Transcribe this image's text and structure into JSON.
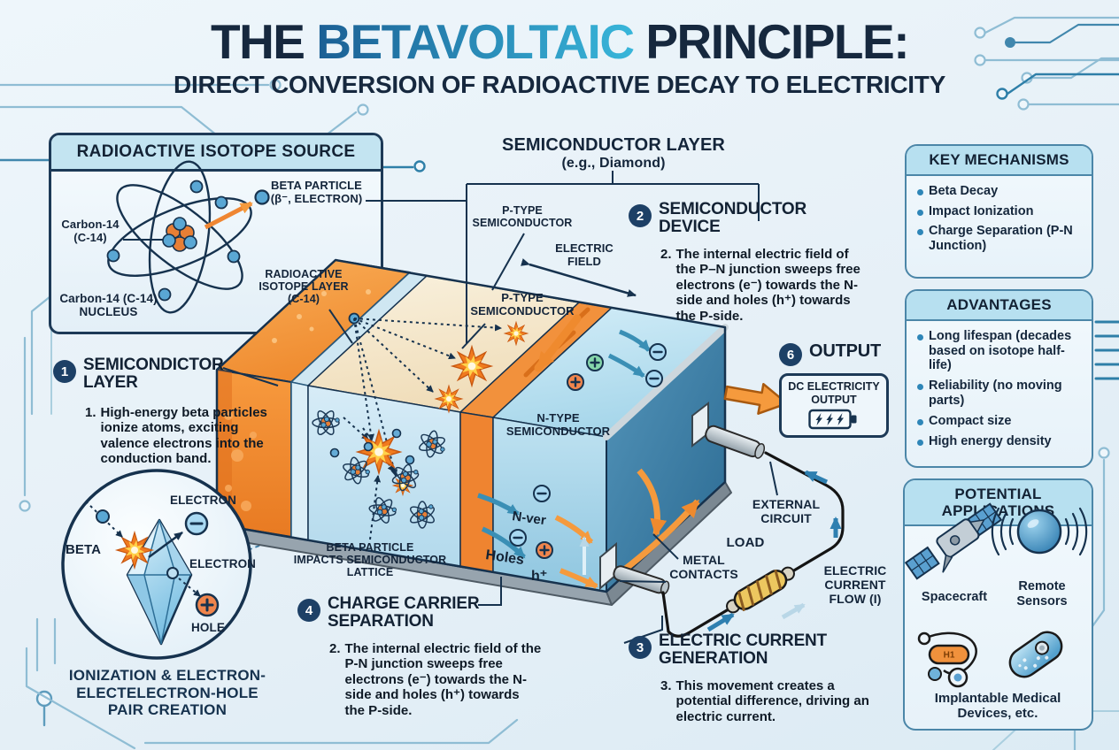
{
  "title": {
    "pre": "THE ",
    "highlight": "BETAVOLTAIC",
    "post": " PRINCIPLE:",
    "subtitle": "DIRECT CONVERSION OF RADIOACTIVE DECAY TO ELECTRICITY"
  },
  "isotope_panel": {
    "header": "RADIOACTIVE ISOTOPE SOURCE",
    "carbon14_line1": "Carbon-14",
    "carbon14_line2": "(C-14)",
    "beta_line1": "BETA PARTICLE",
    "beta_line2": "(β⁻, ELECTRON)",
    "nucleus_line1": "Carbon-14 (C-14)",
    "nucleus_line2": "NUCLEUS",
    "layer_line1": "RADIOACTIVE",
    "layer_line2": "ISOTOPE LAYER",
    "layer_line3": "(C-14)"
  },
  "semiconductor_header": {
    "line1": "SEMICONDUCTOR LAYER",
    "line2": "(e.g., Diamond)"
  },
  "device": {
    "ptype_top_line1": "P-TYPE",
    "ptype_top_line2": "SEMICONDUCTOR",
    "efield_line1": "ELECTRIC",
    "efield_line2": "FIELD",
    "ptype_mid_line1": "P-TYPE",
    "ptype_mid_line2": "SEMICONDUCTOR",
    "ntype_line1": "N-TYPE",
    "ntype_line2": "SEMICONDUCTOR",
    "n_ver": "N-ver",
    "holes": "Holes",
    "h_plus": "h⁺",
    "beta_impact_line1": "BETA PARTICLE",
    "beta_impact_line2": "IMPACTS SEMICONDUCTOR",
    "beta_impact_line3": "LATTICE",
    "external_line1": "EXTERNAL",
    "external_line2": "CIRCUIT",
    "contacts_line1": "METAL",
    "contacts_line2": "CONTACTS",
    "load": "LOAD",
    "flow_line1": "ELECTRIC",
    "flow_line2": "CURRENT",
    "flow_line3": "FLOW (I)"
  },
  "steps": {
    "one": {
      "num": "1",
      "title_line1": "SEMICONDICTOR",
      "title_line2": "LAYER",
      "body_num": "1.",
      "body": "High-energy beta particles ionize atoms, exciting valence electrons into the conduction band."
    },
    "two": {
      "num": "2",
      "title_line1": "SEMICONDUCTOR",
      "title_line2": "DEVICE",
      "body_num": "2.",
      "body": "The internal electric field of the P–N junction sweeps free electrons (e⁻) towards the N-side and holes (h⁺) towards the P-side."
    },
    "four": {
      "num": "4",
      "title_line1": "CHARGE CARRIER",
      "title_line2": "SEPARATION",
      "body_num": "2.",
      "body": "The internal electric field of the P-N junction sweeps free electrons (e⁻) towards the N-side and holes (h⁺) towards the P-side."
    },
    "three": {
      "num": "3",
      "title_line1": "ELECTRIC CURRENT",
      "title_line2": "GENERATION",
      "body_num": "3.",
      "body": "This movement creates a potential difference, driving an electric current."
    },
    "six": {
      "num": "6",
      "title": "OUTPUT",
      "box_line1": "DC ELECTRICITY",
      "box_line2": "OUTPUT"
    }
  },
  "ionization": {
    "beta": "BETA",
    "electron_top": "ELECTRON",
    "electron_mid": "ELECTRON",
    "hole": "HOLE",
    "caption_line1": "IONIZATION & ELECTRON-",
    "caption_line2": "ELECTELECTRON-HOLE",
    "caption_line3": "PAIR CREATION"
  },
  "key_mechanisms": {
    "header": "KEY MECHANISMS",
    "items": [
      "Beta Decay",
      "Impact Ionization",
      "Charge Separation (P-N Junction)"
    ]
  },
  "advantages": {
    "header": "ADVANTAGES",
    "items": [
      "Long lifespan (decades based on isotope half-life)",
      "Reliability (no moving parts)",
      "Compact size",
      "High energy density"
    ]
  },
  "applications": {
    "header_line1": "POTENTIAL",
    "header_line2": "APPLICATIONS",
    "item1": "Spacecraft",
    "item2_line1": "Remote",
    "item2_line2": "Sensors",
    "item3_line1": "Implantable Medical",
    "item3_line2": "Devices, etc.",
    "pacemaker_label": "H1"
  },
  "colors": {
    "accent_teal": "#2a9cc7",
    "navy": "#16324e",
    "orange": "#ef8632",
    "panel_border": "#4b86a8"
  }
}
